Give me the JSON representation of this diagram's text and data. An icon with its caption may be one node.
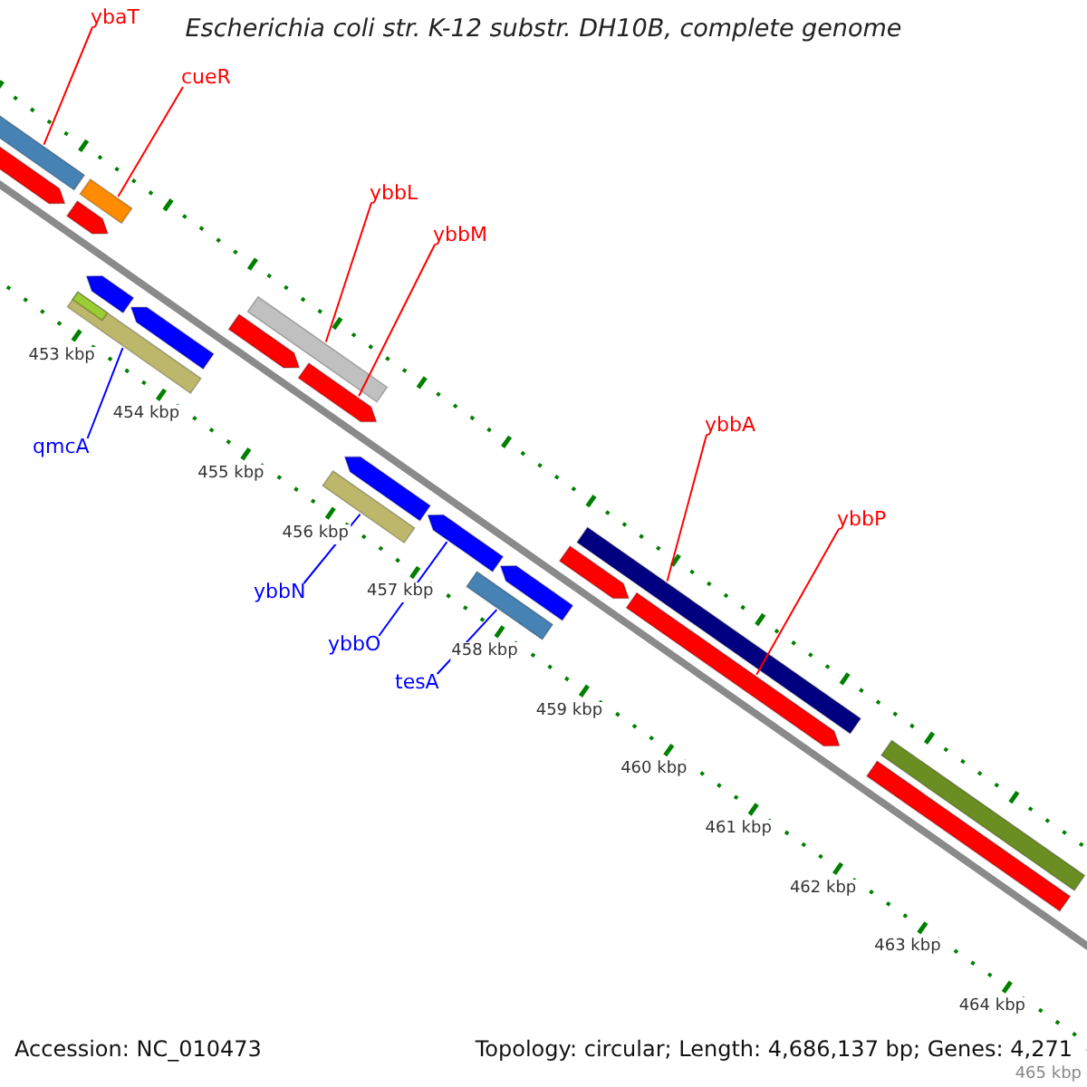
{
  "diagram": {
    "title": "Escherichia coli str. K-12 substr. DH10B, complete genome",
    "nodes": [
      {
        "text": [
          "ybaT"
        ]
      },
      {
        "text": [
          "cueR"
        ]
      },
      {
        "text": [
          "ybbL"
        ]
      },
      {
        "text": [
          "ybbM"
        ]
      },
      {
        "text": [
          "ybbA"
        ]
      },
      {
        "text": [
          "ybbP"
        ]
      },
      {
        "text": [
          "qmcA"
        ]
      },
      {
        "text": [
          "ybbN"
        ]
      },
      {
        "text": [
          "ybbO"
        ]
      },
      {
        "text": [
          "tesA"
        ]
      },
      {
        "text": [],
        "shape": "bar"
      },
      {
        "text": [],
        "shape": "bar"
      },
      {
        "text": [],
        "shape": "bar"
      },
      {
        "text": [],
        "shape": "bar"
      },
      {
        "text": [],
        "shape": "bar"
      },
      {
        "text": [],
        "shape": "bar"
      },
      {
        "text": [],
        "shape": "bar",
        "in": 15
      },
      {
        "text": [],
        "shape": "bar"
      },
      {
        "text": [],
        "shape": "bar"
      },
      {
        "text": [],
        "shape": "bar"
      },
      {
        "text": [],
        "shape": "bar"
      },
      {
        "text": [],
        "shape": "bar"
      },
      {
        "text": [],
        "shape": "bar"
      },
      {
        "text": [],
        "shape": "bar"
      },
      {
        "text": [],
        "shape": "bar"
      },
      {
        "text": [],
        "shape": "bar"
      },
      {
        "text": [],
        "shape": "bar"
      },
      {
        "text": [],
        "shape": "bar"
      },
      {
        "text": [],
        "shape": "bar"
      },
      {
        "text": [],
        "shape": "bar"
      },
      {
        "text": [],
        "shape": "bar"
      }
    ],
    "edges": [
      {
        "from": 0,
        "to": 10,
        "arrow": "none",
        "color": "#ff0000"
      },
      {
        "from": 1,
        "to": 12,
        "arrow": "none",
        "color": "#ff0000"
      },
      {
        "from": 2,
        "to": 18,
        "arrow": "none",
        "color": "#ff0000"
      },
      {
        "from": 3,
        "to": 20,
        "arrow": "none",
        "color": "#ff0000"
      },
      {
        "from": 4,
        "to": 26,
        "arrow": "none",
        "color": "#ff0000"
      },
      {
        "from": 5,
        "to": 28,
        "arrow": "none",
        "color": "#ff0000"
      },
      {
        "from": 6,
        "to": 15,
        "arrow": "none",
        "color": "#0000ff"
      },
      {
        "from": 7,
        "to": 22,
        "arrow": "none",
        "color": "#0000ff"
      },
      {
        "from": 8,
        "to": 23,
        "arrow": "none",
        "color": "#0000ff"
      },
      {
        "from": 9,
        "to": 25,
        "arrow": "none",
        "color": "#0000ff"
      }
    ],
    "labels": [
      "453 kbp",
      "454 kbp",
      "455 kbp",
      "456 kbp",
      "457 kbp",
      "458 kbp",
      "459 kbp",
      "460 kbp",
      "461 kbp",
      "462 kbp",
      "463 kbp",
      "464 kbp",
      "465 kbp",
      "Accession: NC_010473",
      "Topology: circular; Length: 4,686,137 bp; Genes: 4,271"
    ]
  }
}
